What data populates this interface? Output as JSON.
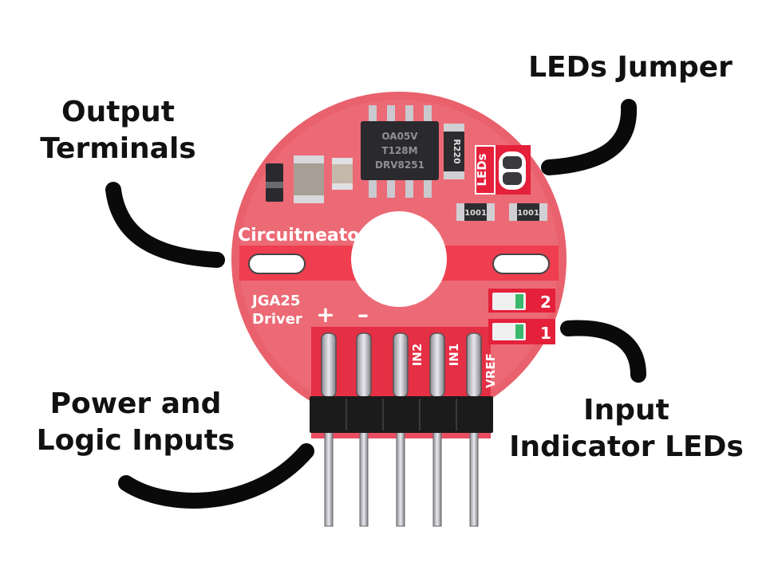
{
  "callouts": {
    "output_terminals": [
      "Output",
      "Terminals"
    ],
    "leds_jumper": [
      "LEDs Jumper"
    ],
    "power_logic_inputs": [
      "Power and",
      "Logic Inputs"
    ],
    "input_indicator_leds": [
      "Input",
      "Indicator LEDs"
    ]
  },
  "board": {
    "brand": "Circuitneato",
    "name_line1": "JGA25",
    "name_line2": "Driver",
    "plus": "+",
    "minus": "–",
    "leds_label": "LEDs",
    "chip_line1": "DRV8251",
    "chip_line2": "T128M",
    "chip_line3": "OA05V",
    "resistor_main": "R220",
    "resistor_a": "1001",
    "resistor_b": "1001",
    "led_2": "2",
    "led_1": "1",
    "pin_in2": "IN2",
    "pin_in1": "IN1",
    "pin_vref": "VREF"
  },
  "colors": {
    "board": "#e8616c",
    "board_light": "#f07a84",
    "silk": "#ffffff",
    "ink": "#111111",
    "metal": "#b9b9bf",
    "header": "#1b1b1b"
  }
}
